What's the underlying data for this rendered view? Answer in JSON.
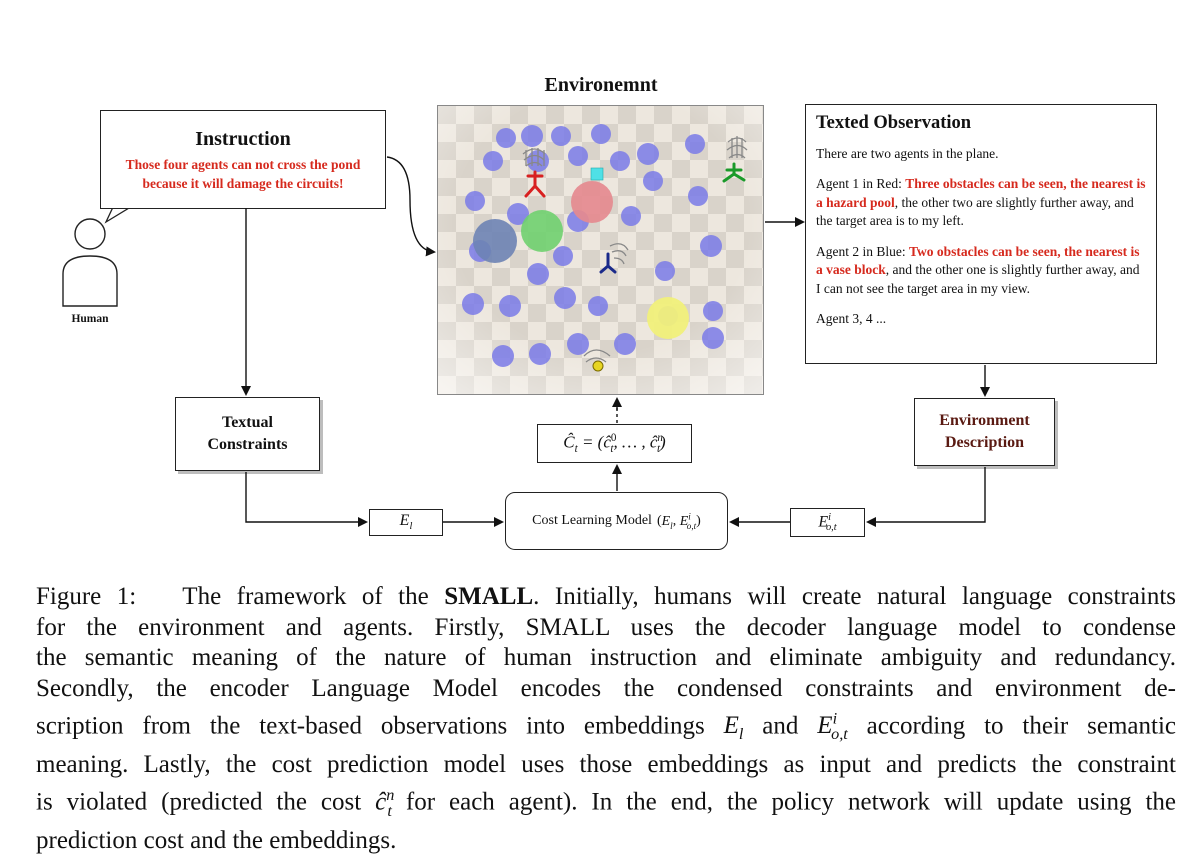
{
  "instruction": {
    "title": "Instruction",
    "line1": "Those four agents can not cross the pond",
    "line2": "because it will damage the circuits!"
  },
  "human": {
    "label": "Human"
  },
  "environment": {
    "title": "Environemnt"
  },
  "observation": {
    "title": "Texted Observation",
    "intro": "There are two agents in the plane.",
    "agent1": {
      "lead": "Agent 1 in Red: ",
      "highlight": "Three obstacles can be seen, the nearest is a hazard pool",
      "rest": ", the other two are slightly further away, and the target area is to my left."
    },
    "agent2": {
      "lead": "Agent 2 in Blue: ",
      "highlight": "Two obstacles can be seen, the nearest is a vase block",
      "rest": ", and the other one is slightly further away, and I can not see the target area in my view."
    },
    "more": "Agent 3, 4 ..."
  },
  "textual_constraints": {
    "line1": "Textual",
    "line2": "Constraints"
  },
  "environment_description": {
    "line1": "Environment",
    "line2": "Description"
  },
  "cost_model": {
    "label": "Cost Learning Model"
  },
  "caption": {
    "lines": [
      "Figure 1:   The framework of the SMALL. Initially, humans will create natural language constraints",
      "for the environment and agents.  Firstly, SMALL uses the decoder language model to condense",
      "the semantic meaning of the nature of human instruction and eliminate ambiguity and redundancy.",
      "Secondly, the encoder Language Model encodes the condensed constraints and environment de-",
      "scription from the text-based observations into embeddings E_l and E^i_{o,t} according to their semantic",
      "meaning. Lastly, the cost prediction model uses those embeddings as input and predicts the constraint",
      "is violated (predicted the cost ĉ^n_t for each agent). In the end, the policy network will update using the",
      "prediction cost and the embeddings."
    ]
  },
  "colors": {
    "red_text": "#d62a1e",
    "obstacle_blue": "#7b7be8",
    "hazard_red": "#e58a8f",
    "goal_green": "#6fd06f",
    "goal_yellow": "#f1f07a",
    "steel_blue": "#6d83b4"
  }
}
